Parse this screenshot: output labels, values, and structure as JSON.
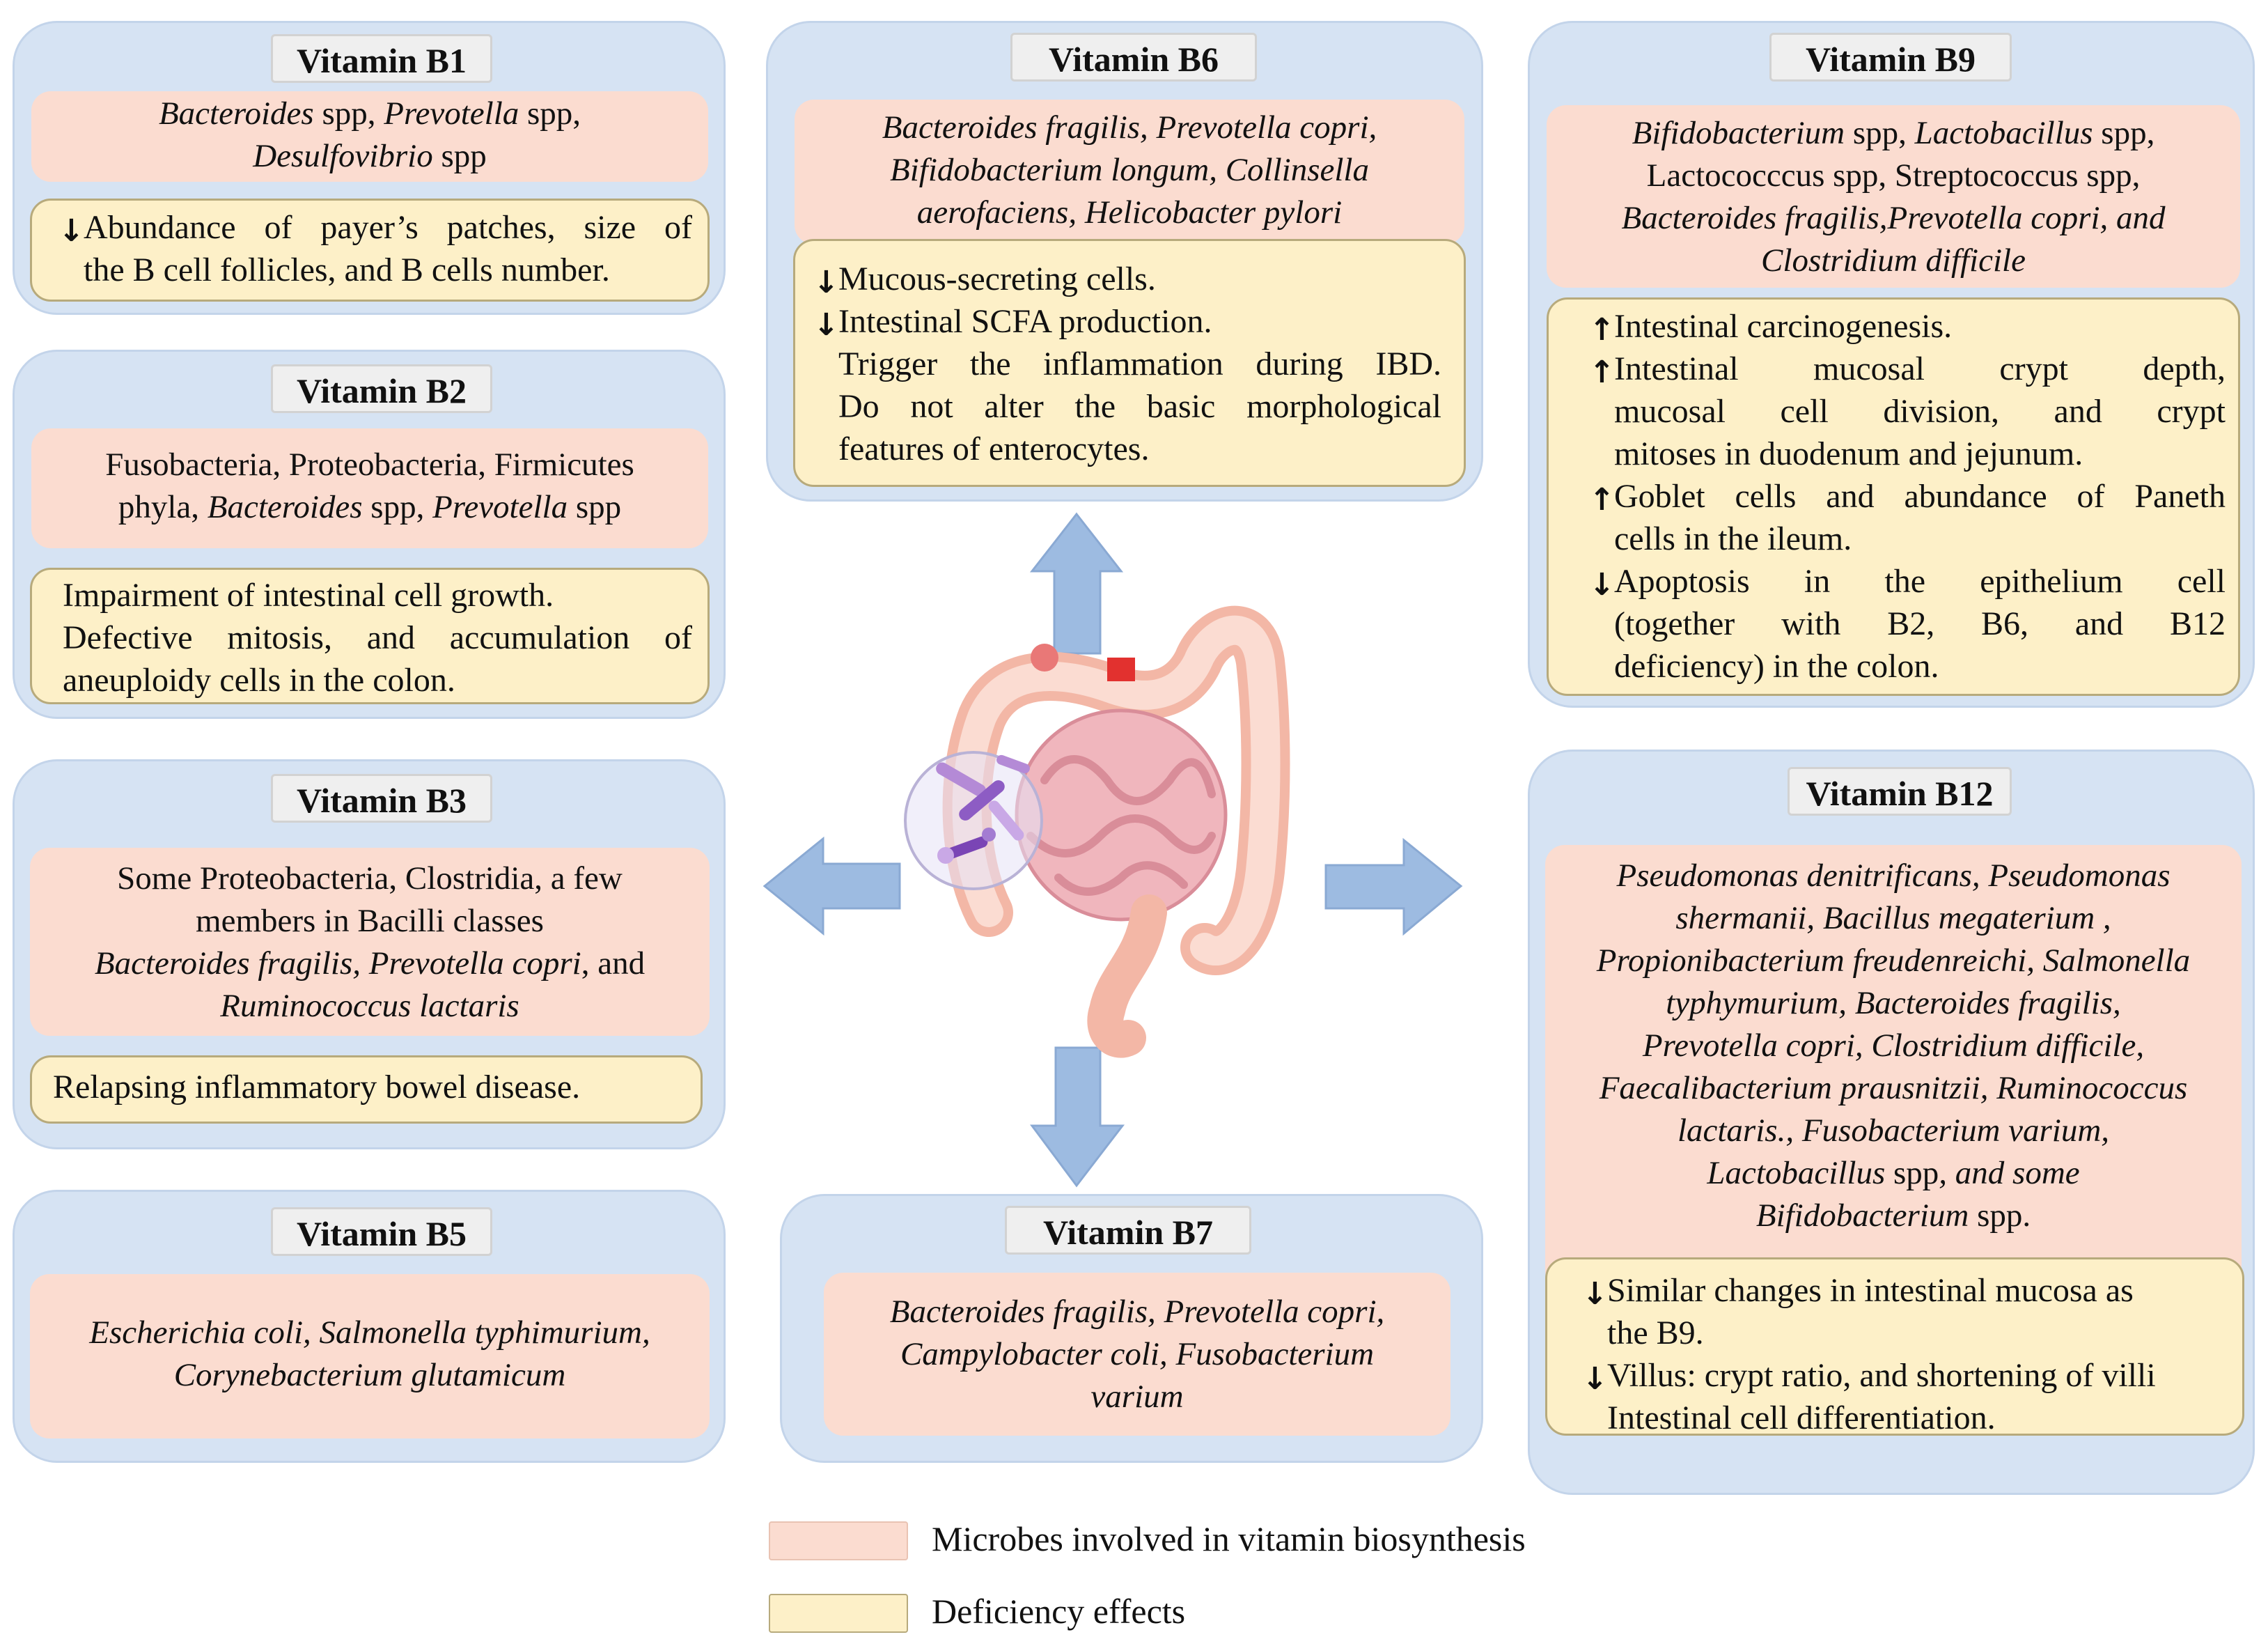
{
  "b1": {
    "title": "Vitamin B1",
    "microbes": [
      [
        {
          "t": "Bacteroides",
          "i": true
        },
        {
          "t": " spp, "
        },
        {
          "t": "Prevotella",
          "i": true
        },
        {
          "t": " spp,"
        }
      ],
      [
        {
          "t": "Desulfovibrio",
          "i": true
        },
        {
          "t": " spp"
        }
      ]
    ],
    "effects": [
      {
        "arrow": "down",
        "text": "Abundance of payer’s patches, size of",
        "justify": true
      },
      {
        "text": "the B cell follicles, and B cells number."
      }
    ]
  },
  "b2": {
    "title": "Vitamin B2",
    "microbes": [
      [
        {
          "t": "Fusobacteria, Proteobacteria, Firmicutes"
        }
      ],
      [
        {
          "t": "phyla, "
        },
        {
          "t": "Bacteroides",
          "i": true
        },
        {
          "t": " spp, "
        },
        {
          "t": "Prevotella",
          "i": true
        },
        {
          "t": " spp"
        }
      ]
    ],
    "effects": [
      {
        "text": "Impairment of intestinal cell growth."
      },
      {
        "text": "Defective mitosis, and accumulation of",
        "justify": true
      },
      {
        "text": "aneuploidy cells in the colon."
      }
    ]
  },
  "b3": {
    "title": "Vitamin B3",
    "microbes": [
      [
        {
          "t": "Some Proteobacteria, Clostridia, a few"
        }
      ],
      [
        {
          "t": "members in Bacilli classes"
        }
      ],
      [
        {
          "t": "Bacteroides fragilis, Prevotella copri",
          "i": true
        },
        {
          "t": ", and"
        }
      ],
      [
        {
          "t": "Ruminococcus lactaris",
          "i": true
        }
      ]
    ],
    "effects": [
      {
        "text": "Relapsing inflammatory bowel disease."
      }
    ]
  },
  "b5": {
    "title": "Vitamin B5",
    "microbes": [
      [
        {
          "t": "Escherichia coli, Salmonella typhimurium,",
          "i": true
        }
      ],
      [
        {
          "t": "Corynebacterium glutamicum",
          "i": true
        }
      ]
    ]
  },
  "b6": {
    "title": "Vitamin B6",
    "microbes": [
      [
        {
          "t": "Bacteroides fragilis, Prevotella copri,",
          "i": true
        }
      ],
      [
        {
          "t": "Bifidobacterium longum, Collinsella",
          "i": true
        }
      ],
      [
        {
          "t": "aerofaciens, Helicobacter pylori",
          "i": true
        }
      ]
    ],
    "effects": [
      {
        "arrow": "down",
        "text": "Mucous-secreting cells."
      },
      {
        "arrow": "down",
        "text": "Intestinal SCFA production."
      },
      {
        "text": "Trigger the inflammation during IBD.",
        "justify": true
      },
      {
        "text": "Do not alter the basic morphological",
        "justify": true
      },
      {
        "text": "features  of enterocytes."
      }
    ]
  },
  "b7": {
    "title": "Vitamin B7",
    "microbes": [
      [
        {
          "t": "Bacteroides fragilis, Prevotella copri,",
          "i": true
        }
      ],
      [
        {
          "t": "Campylobacter coli, Fusobacterium",
          "i": true
        }
      ],
      [
        {
          "t": "varium",
          "i": true
        }
      ]
    ]
  },
  "b9": {
    "title": "Vitamin B9",
    "microbes": [
      [
        {
          "t": "Bifidobacterium",
          "i": true
        },
        {
          "t": " spp, "
        },
        {
          "t": "Lactobacillus",
          "i": true
        },
        {
          "t": " spp,"
        }
      ],
      [
        {
          "t": "Lactococccus spp, Streptococcus spp,"
        }
      ],
      [
        {
          "t": "Bacteroides fragilis,Prevotella copri, and",
          "i": true
        }
      ],
      [
        {
          "t": "Clostridium difficile",
          "i": true
        }
      ]
    ],
    "effects": [
      {
        "arrow": "up",
        "text": "Intestinal carcinogenesis."
      },
      {
        "arrow": "up",
        "text": "Intestinal    mucosal    crypt    depth,",
        "justify": true
      },
      {
        "text": "mucosal   cell   division,   and   crypt",
        "justify": true
      },
      {
        "text": "mitoses in duodenum and jejunum."
      },
      {
        "arrow": "up",
        "text": "Goblet cells and abundance of Paneth",
        "justify": true
      },
      {
        "text": "cells in the ileum."
      },
      {
        "arrow": "down",
        "text": "Apoptosis    in    the    epithelium    cell",
        "justify": true
      },
      {
        "text": "(together    with    B2,    B6,    and    B12",
        "justify": true
      },
      {
        "text": "deficiency) in the colon."
      }
    ]
  },
  "b12": {
    "title": "Vitamin B12",
    "microbes": [
      [
        {
          "t": "Pseudomonas denitrificans, Pseudomonas",
          "i": true
        }
      ],
      [
        {
          "t": "shermanii, Bacillus megaterium ,",
          "i": true
        }
      ],
      [
        {
          "t": "Propionibacterium freudenreichi, Salmonella",
          "i": true
        }
      ],
      [
        {
          "t": "typhymurium, Bacteroides fragilis,",
          "i": true
        }
      ],
      [
        {
          "t": "Prevotella copri, Clostridium difficile,",
          "i": true
        }
      ],
      [
        {
          "t": "Faecalibacterium prausnitzii, Ruminococcus",
          "i": true
        }
      ],
      [
        {
          "t": "lactaris., Fusobacterium varium,",
          "i": true
        }
      ],
      [
        {
          "t": "Lactobacillus",
          "i": true
        },
        {
          "t": " spp"
        },
        {
          "t": ", and some",
          "i": true
        }
      ],
      [
        {
          "t": "Bifidobacterium",
          "i": true
        },
        {
          "t": " spp."
        }
      ]
    ],
    "effects": [
      {
        "arrow": "down",
        "text": "Similar changes in intestinal mucosa as"
      },
      {
        "text": "the B9."
      },
      {
        "arrow": "down",
        "text": "Villus: crypt ratio, and shortening of villi"
      },
      {
        "text": "Intestinal cell differentiation."
      }
    ]
  },
  "legend": {
    "microbes_label": "Microbes involved in vitamin biosynthesis",
    "deficiency_label": "Deficiency effects"
  },
  "colors": {
    "panel": "#d6e3f3",
    "microbes_box": "#fbdcd0",
    "deficiency_box": "#fdf0c8",
    "arrow": "#9dbbe1"
  }
}
